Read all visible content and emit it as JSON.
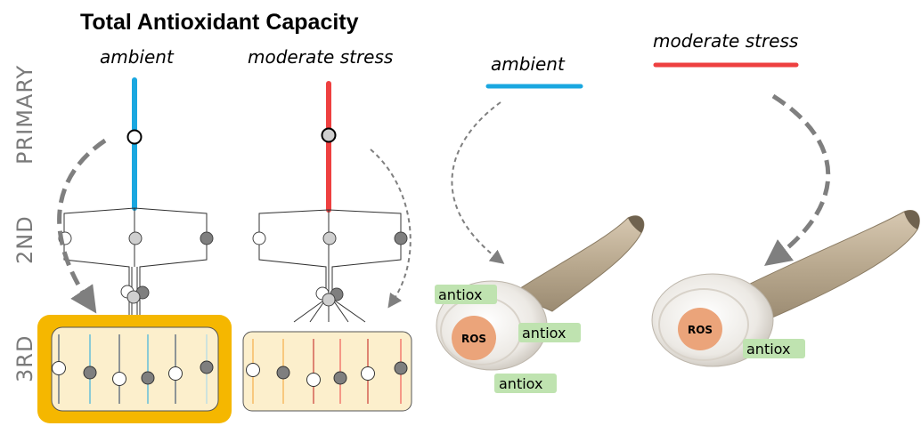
{
  "title": "Total Antioxidant Capacity",
  "left_panel": {
    "conditions": [
      "ambient",
      "moderate stress"
    ],
    "levels": [
      "PRIMARY",
      "2ND",
      "3RD"
    ]
  },
  "right_panel": {
    "conditions": [
      "ambient",
      "moderate stress"
    ],
    "ros_label": "ROS",
    "antiox_label": "antiox"
  },
  "colors": {
    "ambient": "#1aa7e0",
    "moderate_stress": "#ee4040",
    "highlight_box": "#f5b700",
    "box_fill": "#fcefcc",
    "antiox_tag": "#bfe3b0",
    "ros": "#eba47a",
    "arrow": "#7f7f7f"
  }
}
